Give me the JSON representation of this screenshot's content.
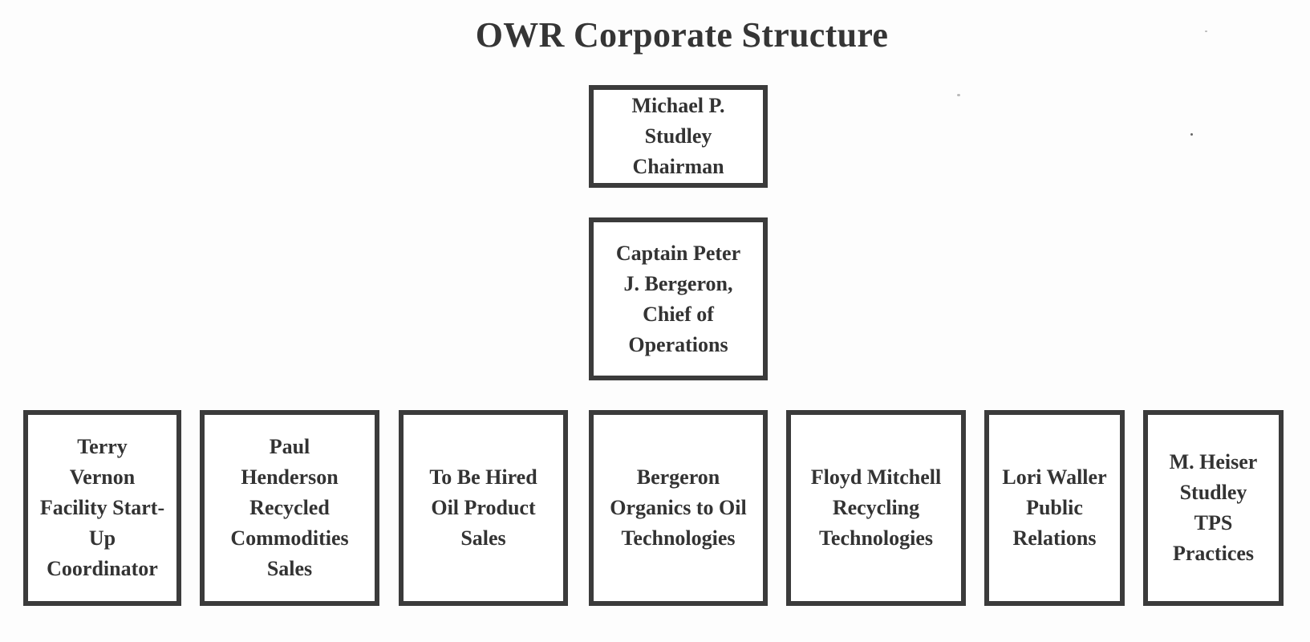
{
  "title": "OWR Corporate Structure",
  "chairman": {
    "text": "Michael P.\nStudley\nChairman"
  },
  "chief_of_operations": {
    "text": "Captain Peter\nJ. Bergeron,\nChief of\nOperations"
  },
  "departments": [
    {
      "text": "Terry\nVernon\nFacility Start-\nUp\nCoordinator"
    },
    {
      "text": "Paul\nHenderson\nRecycled\nCommodities\nSales"
    },
    {
      "text": "To Be Hired\nOil Product\nSales"
    },
    {
      "text": "Bergeron\nOrganics to Oil\nTechnologies"
    },
    {
      "text": "Floyd Mitchell\nRecycling\nTechnologies"
    },
    {
      "text": "Lori Waller\nPublic\nRelations"
    },
    {
      "text": "M. Heiser\nStudley\nTPS\nPractices"
    }
  ]
}
